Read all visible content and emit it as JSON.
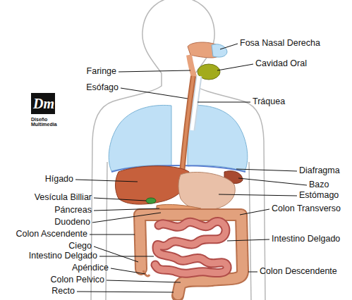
{
  "diagram": {
    "labels": [
      "Fosa Nasal Derecha",
      "Cavidad Oral",
      "Faringe",
      "Esófago",
      "Tráquea",
      "Dm",
      "Diseño Multimedia",
      "Diafragma",
      "Hígado",
      "Bazo",
      "Estómago",
      "Vesícula Billiar",
      "Páncreas",
      "Colon Transverso",
      "Duodeno",
      "Colon Ascendente",
      "Intestino Delgado",
      "Ciego",
      "Intestino Delgado",
      "Apéndice",
      "Colon Descendente",
      "Colon Pelvico",
      "Recto"
    ]
  }
}
